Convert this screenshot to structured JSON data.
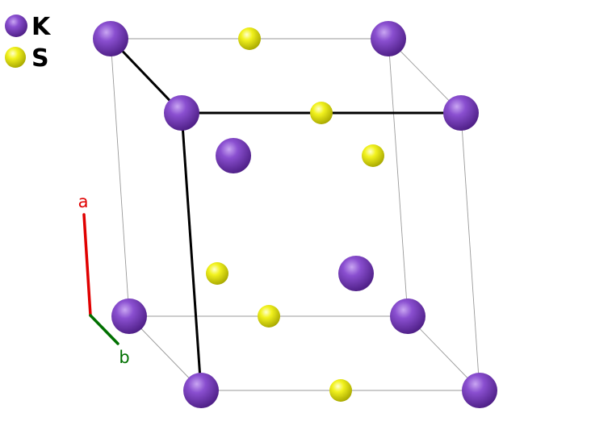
{
  "legend": [
    {
      "symbol": "K",
      "color": "#7b3fc2"
    },
    {
      "symbol": "S",
      "color": "#e6e61a"
    }
  ],
  "axes": {
    "a": {
      "label": "a",
      "color": "#e00000"
    },
    "b": {
      "label": "b",
      "color": "#007000"
    }
  },
  "colors": {
    "K": "#7b3fc2",
    "S": "#e6e61a",
    "cell_edge": "#9a9a9a",
    "cell_axis_edge": "#000000"
  }
}
